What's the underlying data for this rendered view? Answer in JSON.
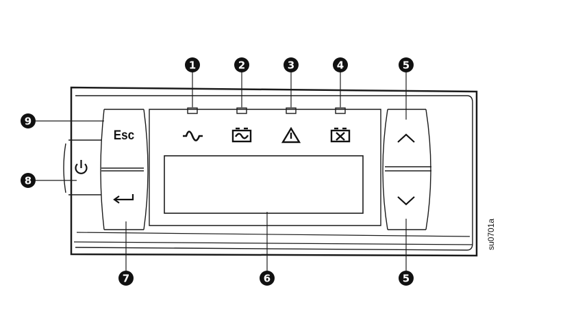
{
  "panel": {
    "esc_label": "Esc",
    "power_icon": "power-icon",
    "enter_icon": "enter-arrow-icon",
    "up_icon": "chevron-up-icon",
    "down_icon": "chevron-down-icon"
  },
  "leds": [
    {
      "icon": "ac-sine-wave-icon"
    },
    {
      "icon": "battery-sine-icon"
    },
    {
      "icon": "warning-triangle-icon"
    },
    {
      "icon": "battery-fault-icon"
    }
  ],
  "callouts": {
    "c1": "1",
    "c2": "2",
    "c3": "3",
    "c4": "4",
    "c5_top": "5",
    "c5_bottom": "5",
    "c6": "6",
    "c7": "7",
    "c8": "8",
    "c9": "9"
  },
  "figure_id": "su0701a"
}
